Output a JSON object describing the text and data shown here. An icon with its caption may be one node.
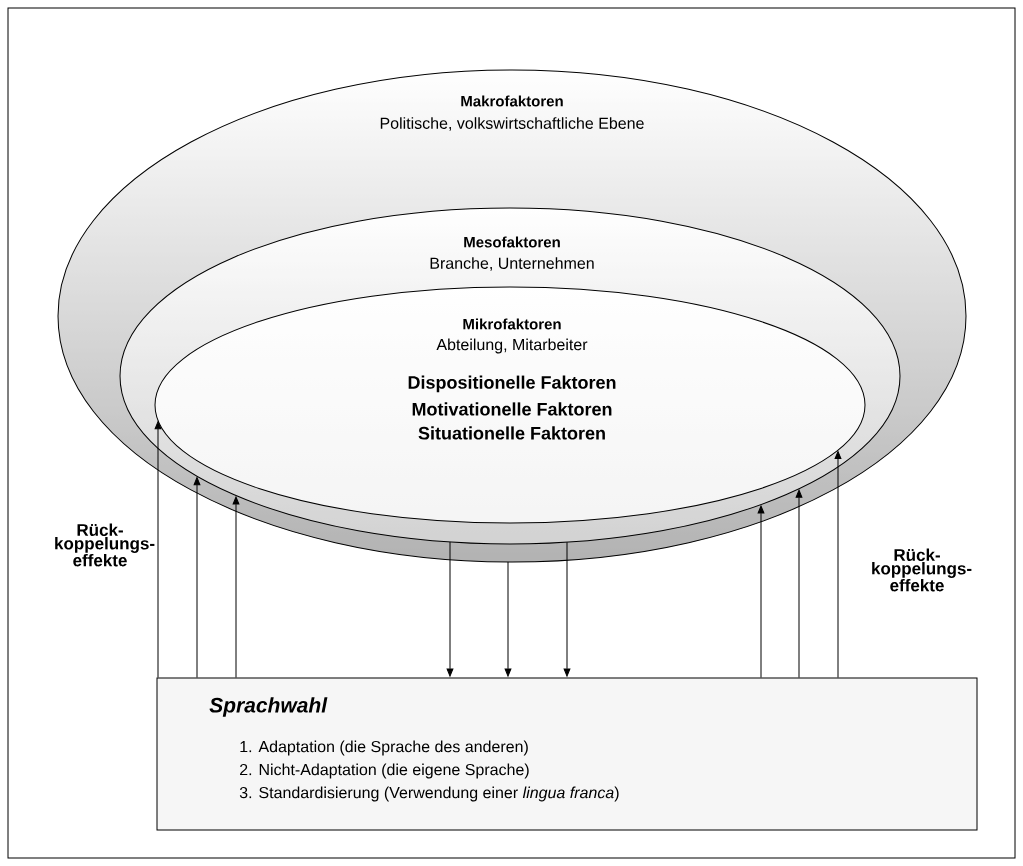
{
  "diagram": {
    "nodes": [
      {
        "text": [
          "Makrofaktoren",
          "Politische, volkswirtschaftliche Ebene"
        ]
      },
      {
        "text": [
          "Mesofaktoren",
          "Branche, Unternehmen"
        ],
        "in": 0
      },
      {
        "text": [
          "Mikrofaktoren",
          "Abteilung, Mitarbeiter",
          "Dispositionelle Faktoren",
          "Motivationelle Faktoren",
          "Situationelle Faktoren"
        ],
        "in": 1
      },
      {
        "text": [
          "Sprachwahl",
          "1. Adaptation (die Sprache des anderen)",
          "2. Nicht-Adaptation (die eigene Sprache)",
          "3. Standardisierung (Verwendung einer *lingua franca*)"
        ]
      }
    ],
    "edges": [
      {
        "from": 3,
        "to": 2,
        "arrow": "to"
      },
      {
        "from": 3,
        "to": 2,
        "arrow": "to"
      },
      {
        "from": 3,
        "to": 2,
        "arrow": "to"
      },
      {
        "from": 1,
        "to": 3,
        "arrow": "to"
      },
      {
        "from": 0,
        "to": 3,
        "arrow": "to"
      },
      {
        "from": 1,
        "to": 3,
        "arrow": "to"
      },
      {
        "from": 3,
        "to": 2,
        "arrow": "to"
      },
      {
        "from": 3,
        "to": 2,
        "arrow": "to"
      },
      {
        "from": 3,
        "to": 2,
        "arrow": "to"
      }
    ],
    "labels": [
      "Rück- koppelungs- effekte",
      "Rück- koppelungs- effekte"
    ]
  }
}
